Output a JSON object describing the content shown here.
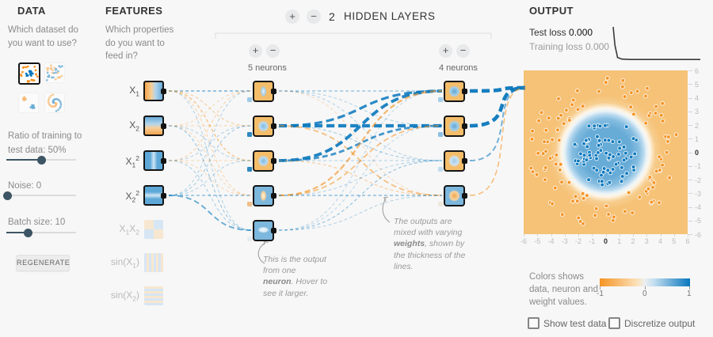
{
  "colors": {
    "blue": "#0877bd",
    "orange": "#f59322",
    "slider_accent": "#3d5564"
  },
  "data_panel": {
    "title": "DATA",
    "question": "Which dataset do you want to use?",
    "datasets": [
      {
        "name": "circle",
        "selected": true
      },
      {
        "name": "exclusive-or",
        "selected": false
      },
      {
        "name": "gaussian",
        "selected": false
      },
      {
        "name": "spiral",
        "selected": false
      }
    ],
    "sliders": [
      {
        "label": "Ratio of training to test data:",
        "value_label": "50%",
        "percent": 50
      },
      {
        "label": "Noise:",
        "value_label": "0",
        "percent": 2
      },
      {
        "label": "Batch size:",
        "value_label": "10",
        "percent": 31
      }
    ],
    "regenerate_label": "REGENERATE"
  },
  "features_panel": {
    "title": "FEATURES",
    "question": "Which properties do you want to feed in?",
    "items": [
      {
        "id": "x1",
        "parts": [
          [
            "t",
            "X"
          ],
          [
            "sub",
            "1"
          ]
        ],
        "active": true,
        "pattern": "grad-lr"
      },
      {
        "id": "x2",
        "parts": [
          [
            "t",
            "X"
          ],
          [
            "sub",
            "2"
          ]
        ],
        "active": true,
        "pattern": "grad-tb"
      },
      {
        "id": "x1sq",
        "parts": [
          [
            "t",
            "X"
          ],
          [
            "sub",
            "1"
          ],
          [
            "sup",
            "2"
          ]
        ],
        "active": true,
        "pattern": "stripe-v"
      },
      {
        "id": "x2sq",
        "parts": [
          [
            "t",
            "X"
          ],
          [
            "sub",
            "2"
          ],
          [
            "sup",
            "2"
          ]
        ],
        "active": true,
        "pattern": "stripe-h"
      },
      {
        "id": "x1x2",
        "parts": [
          [
            "t",
            "X"
          ],
          [
            "sub",
            "1"
          ],
          [
            "t",
            "X"
          ],
          [
            "sub",
            "2"
          ]
        ],
        "active": false,
        "pattern": "checker"
      },
      {
        "id": "sinx1",
        "parts": [
          [
            "t",
            "sin(X"
          ],
          [
            "sub",
            "1"
          ],
          [
            "t",
            ")"
          ]
        ],
        "active": false,
        "pattern": "sin-v"
      },
      {
        "id": "sinx2",
        "parts": [
          [
            "t",
            "sin(X"
          ],
          [
            "sub",
            "2"
          ],
          [
            "t",
            ")"
          ]
        ],
        "active": false,
        "pattern": "sin-h"
      }
    ]
  },
  "network": {
    "add_label": "+",
    "remove_label": "−",
    "layers_count": "2",
    "layers_label": "HIDDEN LAYERS",
    "layer_controls": [
      {
        "neurons_label": "5 neurons"
      },
      {
        "neurons_label": "4 neurons"
      }
    ],
    "layers": [
      {
        "biases": [
          "#9ecbe6",
          "#2f88c2",
          "#2f88c2",
          "#f0c08a",
          "#e4edf2"
        ]
      },
      {
        "biases": [
          "#a5cee8",
          "#8cc0e2",
          "#c3ddf0",
          "#eee9df"
        ]
      }
    ],
    "connections": [
      [
        "f0",
        "h0_0",
        "b",
        1.4,
        0.55
      ],
      [
        "f0",
        "h0_1",
        "o",
        1.1,
        0.4
      ],
      [
        "f0",
        "h0_2",
        "o",
        1.4,
        0.5
      ],
      [
        "f0",
        "h0_3",
        "o",
        1.0,
        0.35
      ],
      [
        "f0",
        "h0_4",
        "b",
        1.0,
        0.3
      ],
      [
        "f1",
        "h0_0",
        "o",
        1.0,
        0.3
      ],
      [
        "f1",
        "h0_1",
        "o",
        1.1,
        0.35
      ],
      [
        "f1",
        "h0_2",
        "b",
        1.0,
        0.3
      ],
      [
        "f1",
        "h0_3",
        "o",
        1.0,
        0.3
      ],
      [
        "f1",
        "h0_4",
        "b",
        1.1,
        0.4
      ],
      [
        "f2",
        "h0_0",
        "o",
        1.1,
        0.35
      ],
      [
        "f2",
        "h0_1",
        "b",
        1.0,
        0.3
      ],
      [
        "f2",
        "h0_2",
        "o",
        1.0,
        0.3
      ],
      [
        "f2",
        "h0_3",
        "o",
        1.0,
        0.3
      ],
      [
        "f2",
        "h0_4",
        "b",
        1.0,
        0.35
      ],
      [
        "f3",
        "h0_0",
        "b",
        1.0,
        0.3
      ],
      [
        "f3",
        "h0_1",
        "b",
        1.1,
        0.35
      ],
      [
        "f3",
        "h0_2",
        "b",
        1.0,
        0.3
      ],
      [
        "f3",
        "h0_3",
        "b",
        1.4,
        0.45
      ],
      [
        "f3",
        "h0_4",
        "b",
        1.9,
        0.6
      ],
      [
        "h0_0",
        "h1_0",
        "b",
        1.3,
        0.45
      ],
      [
        "h0_0",
        "h1_1",
        "b",
        1.0,
        0.3
      ],
      [
        "h0_0",
        "h1_2",
        "b",
        1.0,
        0.3
      ],
      [
        "h0_0",
        "h1_3",
        "o",
        1.0,
        0.3
      ],
      [
        "h0_1",
        "h1_0",
        "b",
        3.2,
        0.85
      ],
      [
        "h0_1",
        "h1_1",
        "b",
        4.2,
        0.9
      ],
      [
        "h0_1",
        "h1_2",
        "b",
        1.1,
        0.35
      ],
      [
        "h0_1",
        "h1_3",
        "o",
        1.8,
        0.55
      ],
      [
        "h0_2",
        "h1_0",
        "b",
        3.8,
        0.9
      ],
      [
        "h0_2",
        "h1_1",
        "b",
        2.8,
        0.75
      ],
      [
        "h0_2",
        "h1_2",
        "b",
        1.0,
        0.3
      ],
      [
        "h0_2",
        "h1_3",
        "o",
        1.2,
        0.4
      ],
      [
        "h0_3",
        "h1_0",
        "o",
        2.2,
        0.65
      ],
      [
        "h0_3",
        "h1_1",
        "o",
        1.8,
        0.55
      ],
      [
        "h0_3",
        "h1_2",
        "b",
        1.0,
        0.3
      ],
      [
        "h0_3",
        "h1_3",
        "b",
        1.4,
        0.45
      ],
      [
        "h0_4",
        "h1_0",
        "b",
        1.0,
        0.25
      ],
      [
        "h0_4",
        "h1_1",
        "b",
        1.0,
        0.25
      ],
      [
        "h0_4",
        "h1_2",
        "b",
        1.2,
        0.4
      ],
      [
        "h0_4",
        "h1_3",
        "b",
        1.0,
        0.3
      ],
      [
        "h1_0",
        "out",
        "b",
        4.6,
        0.95
      ],
      [
        "h1_1",
        "out",
        "b",
        4.6,
        0.95
      ],
      [
        "h1_2",
        "out",
        "b",
        2.0,
        0.55
      ],
      [
        "h1_3",
        "out",
        "o",
        1.5,
        0.6
      ]
    ],
    "annotations": [
      {
        "segments": [
          [
            "t",
            "This is the output from one "
          ],
          [
            "b",
            "neuron"
          ],
          [
            "t",
            ". Hover to see it larger."
          ]
        ]
      },
      {
        "segments": [
          [
            "t",
            "The outputs are mixed with varying "
          ],
          [
            "b",
            "weights"
          ],
          [
            "t",
            ", shown by the thickness of the lines."
          ]
        ]
      }
    ]
  },
  "output_panel": {
    "title": "OUTPUT",
    "test_loss_label": "Test loss",
    "test_loss_value": "0.000",
    "training_loss_label": "Training loss",
    "training_loss_value": "0.000",
    "legend": {
      "text": "Colors shows data, neuron and weight values.",
      "ticks": [
        "-1",
        "0",
        "1"
      ]
    },
    "checkboxes": [
      {
        "label": "Show test data",
        "checked": false
      },
      {
        "label": "Discretize output",
        "checked": false
      }
    ]
  },
  "chart_data": {
    "type": "scatter",
    "xlim": [
      -6,
      6
    ],
    "ylim": [
      -6,
      6
    ],
    "x_ticks": [
      "-6",
      "-5",
      "-4",
      "-3",
      "-2",
      "-1",
      "0",
      "1",
      "2",
      "3",
      "4",
      "5",
      "6"
    ],
    "y_ticks": [
      "6",
      "5",
      "4",
      "3",
      "2",
      "1",
      "0",
      "-1",
      "-2",
      "-3",
      "-4",
      "-5",
      "-6"
    ],
    "classes": [
      {
        "name": "positive",
        "color": "#0877bd",
        "shape": "cluster",
        "center": [
          0,
          0
        ],
        "radius": 2.5,
        "count": 80
      },
      {
        "name": "negative",
        "color": "#f59322",
        "shape": "ring",
        "inner_radius": 3.4,
        "outer_radius": 5.6,
        "count": 110
      }
    ],
    "decision_boundary": {
      "shape": "circle",
      "center": [
        0,
        0
      ],
      "radius": 2.9,
      "inside_color": "#0877bd",
      "outside_color": "#f59322"
    },
    "loss_curve": {
      "x": [
        0,
        0.02,
        0.05,
        0.1,
        0.2,
        1.0
      ],
      "y": [
        1.0,
        0.45,
        0.08,
        0.03,
        0.02,
        0.02
      ]
    }
  }
}
